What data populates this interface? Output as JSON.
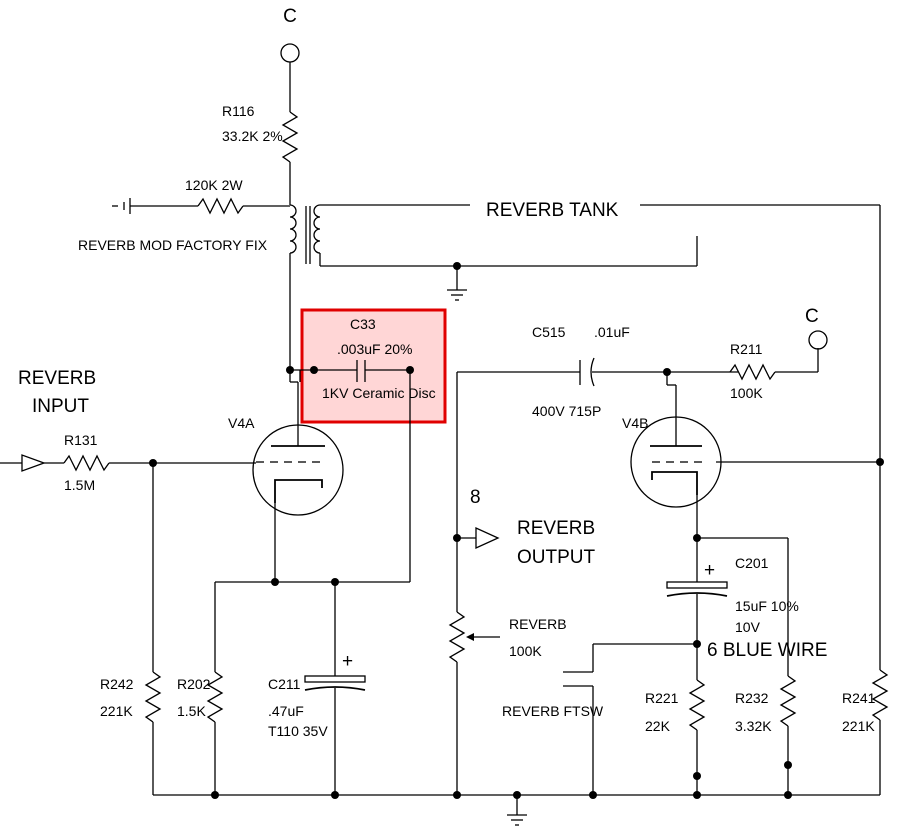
{
  "labels": {
    "c_top": "C",
    "r116_name": "R116",
    "r116_value": "33.2K 2%",
    "res_120k": "120K 2W",
    "mod_fix": "REVERB MOD FACTORY FIX",
    "reverb_tank": "REVERB TANK",
    "c33_name": "C33",
    "c33_value": ".003uF 20%",
    "c33_type": "1KV Ceramic Disc",
    "c515_name": "C515",
    "c515_value": ".01uF",
    "c515_rating": "400V 715P",
    "r211_name": "R211",
    "r211_value": "100K",
    "c_right": "C",
    "reverb_input_1": "REVERB",
    "reverb_input_2": "INPUT",
    "r131_name": "R131",
    "r131_value": "1.5M",
    "v4a": "V4A",
    "v4b": "V4B",
    "pin8": "8",
    "reverb_output_1": "REVERB",
    "reverb_output_2": "OUTPUT",
    "c201_name": "C201",
    "c201_value": "15uF 10%",
    "c201_voltage": "10V",
    "blue_wire": "6 BLUE WIRE",
    "pot_name": "REVERB",
    "pot_value": "100K",
    "ftsw": "REVERB FTSW",
    "r242_name": "R242",
    "r242_value": "221K",
    "r202_name": "R202",
    "r202_value": "1.5K",
    "c211_name": "C211",
    "c211_value": ".47uF",
    "c211_type": "T110 35V",
    "r221_name": "R221",
    "r221_value": "22K",
    "r232_name": "R232",
    "r232_value": "3.32K",
    "r241_name": "R241",
    "r241_value": "221K",
    "plus1": "+",
    "plus2": "+"
  },
  "highlight_color": "#e00000"
}
